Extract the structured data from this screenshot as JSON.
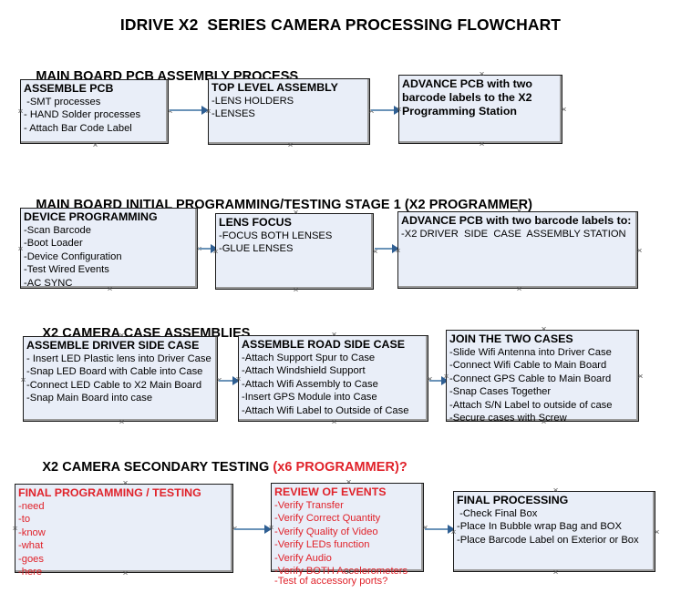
{
  "document": {
    "title": "IDRIVE X2  SERIES CAMERA PROCESSING FLOWCHART"
  },
  "colors": {
    "node_fill": "#e9eef8",
    "node_border": "#000000",
    "connector": "#6a93b8",
    "arrow": "#2f5f93",
    "red_accent": "#e0222a",
    "text": "#000000"
  },
  "sections": [
    {
      "heading": "MAIN BOARD PCB ASSEMBLY PROCESS",
      "heading_accent": "",
      "nodes": [
        {
          "title": "ASSEMBLE PCB",
          "lines": [
            " -SMT processes",
            "- HAND Solder processes",
            "- Attach Bar Code Label"
          ]
        },
        {
          "title": "TOP LEVEL ASSEMBLY",
          "lines": [
            "-LENS HOLDERS",
            "-LENSES"
          ]
        },
        {
          "title": "ADVANCE PCB with two barcode labels to the  X2 Programming Station",
          "lines": []
        }
      ]
    },
    {
      "heading": "MAIN BOARD INITIAL PROGRAMMING/TESTING STAGE 1 (X2 PROGRAMMER)",
      "heading_accent": "",
      "nodes": [
        {
          "title": "DEVICE PROGRAMMING",
          "lines": [
            "-Scan Barcode",
            "-Boot Loader",
            "-Device Configuration",
            "-Test Wired Events",
            "-AC SYNC"
          ]
        },
        {
          "title": "LENS FOCUS",
          "lines": [
            "-FOCUS BOTH LENSES",
            "-GLUE LENSES"
          ]
        },
        {
          "title": "ADVANCE PCB with two barcode labels to:",
          "lines": [
            "-X2 DRIVER  SIDE  CASE  ASSEMBLY STATION"
          ]
        }
      ]
    },
    {
      "heading": "X2 CAMERA CASE ASSEMBLIES",
      "heading_accent": "",
      "nodes": [
        {
          "title": "ASSEMBLE DRIVER SIDE CASE",
          "lines": [
            "- Insert LED Plastic lens into Driver Case",
            "-Snap LED Board with Cable into Case",
            "-Connect LED Cable to X2 Main Board",
            "-Snap Main Board into case"
          ]
        },
        {
          "title": "ASSEMBLE ROAD SIDE CASE",
          "lines": [
            "-Attach Support Spur to Case",
            "-Attach Windshield Support",
            "-Attach Wifi Assembly to Case",
            "-Insert GPS Module into Case",
            "-Attach Wifi Label to Outside of Case"
          ]
        },
        {
          "title": "JOIN THE TWO CASES",
          "lines": [
            "-Slide Wifi Antenna into Driver Case",
            "-Connect Wifi Cable to Main Board",
            "-Connect GPS Cable to Main Board",
            "-Snap Cases Together",
            "-Attach S/N Label to outside of case",
            "-Secure cases with Screw"
          ]
        }
      ]
    },
    {
      "heading": "X2 CAMERA SECONDARY TESTING ",
      "heading_accent": "(x6 PROGRAMMER)?",
      "nodes": [
        {
          "title": "FINAL PROGRAMMING / TESTING",
          "lines": [
            "-need",
            "-to",
            "-know",
            "-what",
            "-goes",
            "-here"
          ]
        },
        {
          "title": "REVIEW OF EVENTS",
          "lines": [
            "-Verify Transfer",
            "-Verify Correct Quantity",
            "-Verify Quality of Video",
            "-Verify LEDs function",
            "-Verify Audio",
            "-Verify BOTH Accelerometers"
          ],
          "overflow_line": "-Test of accessory ports?"
        },
        {
          "title": "FINAL PROCESSING",
          "lines": [
            " -Check Final Box",
            "-Place In Bubble wrap Bag and BOX",
            "-Place Barcode Label on Exterior or Box"
          ]
        }
      ]
    }
  ]
}
